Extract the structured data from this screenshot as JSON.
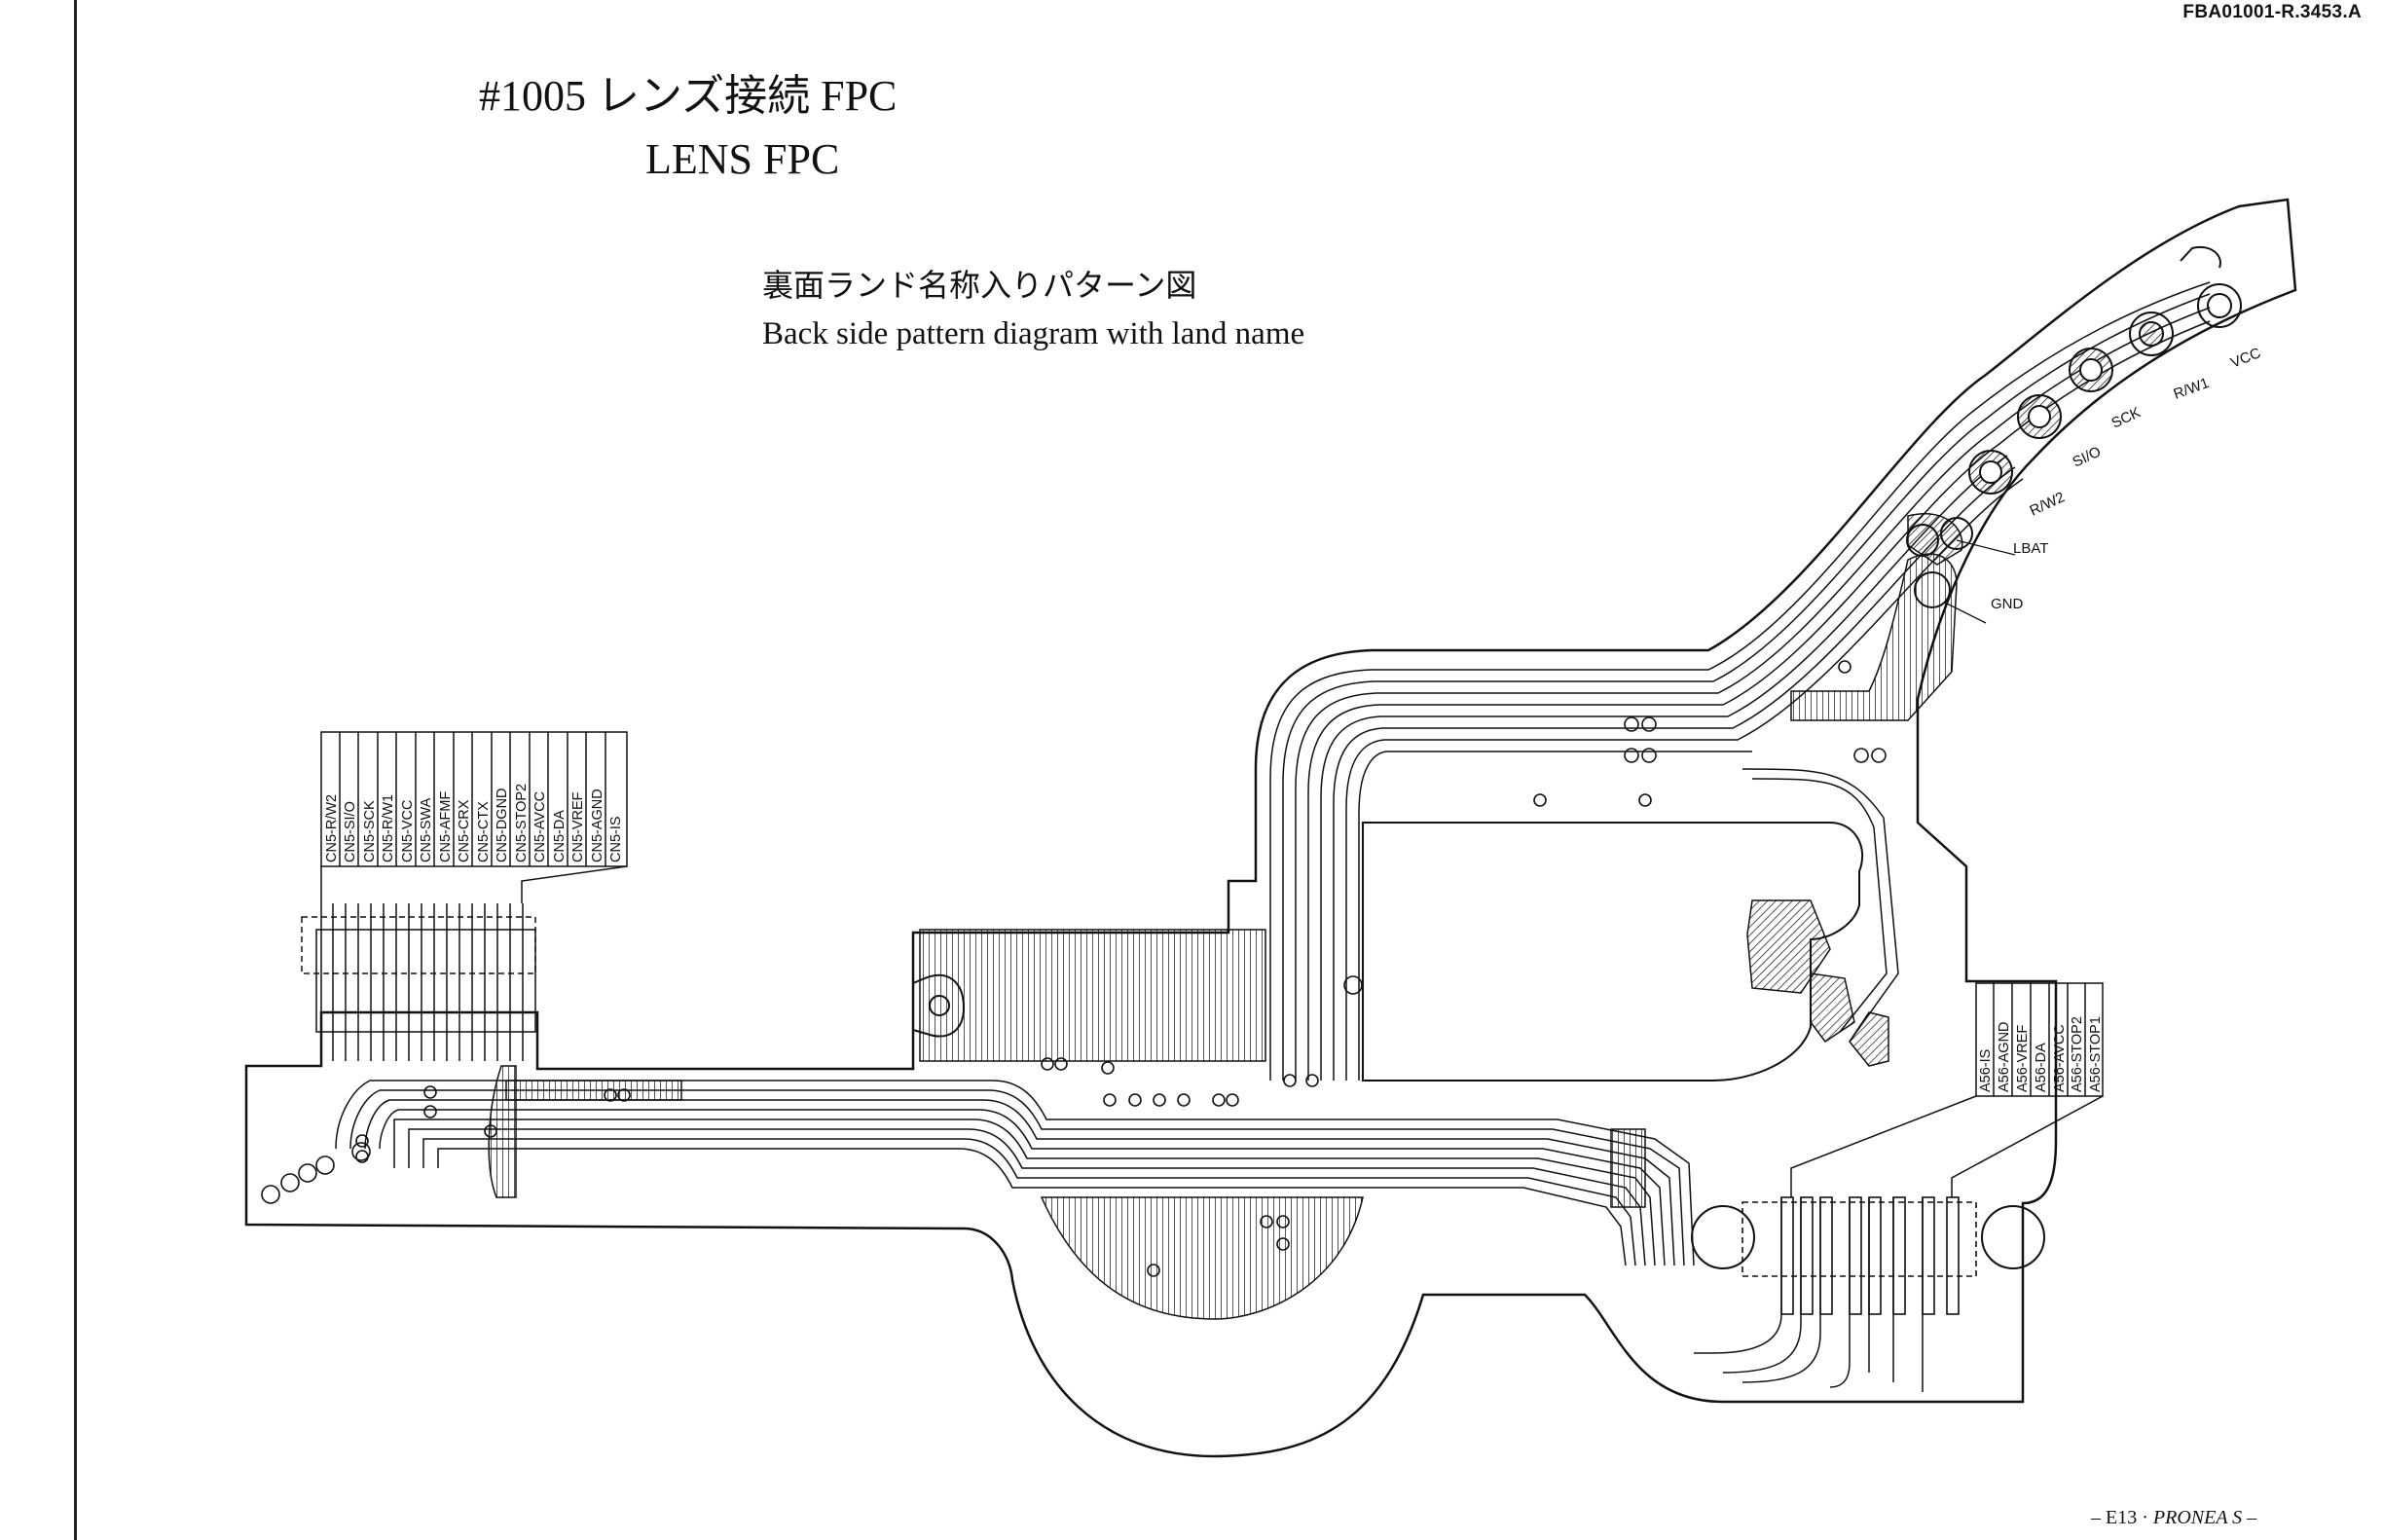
{
  "document": {
    "code": "FBA01001-R.3453.A",
    "title_number": "#1005",
    "title_jp": "レンズ接続 FPC",
    "title_en": "LENS FPC",
    "subtitle_jp": "裏面ランド名称入りパターン図",
    "subtitle_en": "Back side pattern diagram with land name",
    "footer_page": "– E13 · ",
    "footer_model": "PRONEA S",
    "footer_end": " –"
  },
  "contact_labels": [
    "VCC",
    "R/W1",
    "SCK",
    "SI/O",
    "R/W2",
    "LBAT",
    "GND"
  ],
  "cn5_pins": [
    "CN5-R/W2",
    "CN5-SI/O",
    "CN5-SCK",
    "CN5-R/W1",
    "CN5-VCC",
    "CN5-SWA",
    "CN5-AFMF",
    "CN5-CRX",
    "CN5-CTX",
    "CN5-DGND",
    "CN5-STOP2",
    "CN5-AVCC",
    "CN5-DA",
    "CN5-VREF",
    "CN5-AGND",
    "CN5-IS"
  ],
  "a56_pins": [
    "A56-IS",
    "A56-AGND",
    "A56-VREF",
    "A56-DA",
    "A56-AVCC",
    "A56-STOP2",
    "A56-STOP1"
  ],
  "colors": {
    "ink": "#111111",
    "paper": "#ffffff"
  }
}
